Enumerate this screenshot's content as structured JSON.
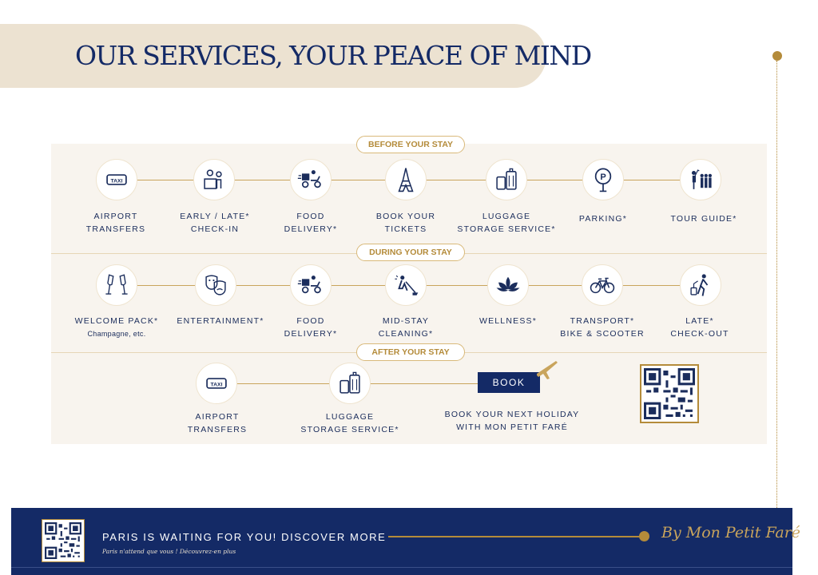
{
  "title": "OUR SERVICES, YOUR PEACE OF MIND",
  "sections": {
    "before": "BEFORE YOUR STAY",
    "during": "DURING YOUR STAY",
    "after": "AFTER YOUR STAY"
  },
  "before_items": [
    {
      "line1": "AIRPORT",
      "line2": "TRANSFERS",
      "icon": "taxi-icon"
    },
    {
      "line1": "EARLY / LATE*",
      "line2": "CHECK-IN",
      "icon": "reception-desk-icon"
    },
    {
      "line1": "FOOD",
      "line2": "DELIVERY*",
      "icon": "delivery-scooter-icon"
    },
    {
      "line1": "BOOK YOUR",
      "line2": "TICKETS",
      "icon": "eiffel-tower-icon"
    },
    {
      "line1": "LUGGAGE",
      "line2": "STORAGE SERVICE*",
      "icon": "luggage-icon"
    },
    {
      "line1": "PARKING*",
      "line2": "",
      "icon": "parking-sign-icon"
    },
    {
      "line1": "TOUR GUIDE*",
      "line2": "",
      "icon": "tour-group-icon"
    }
  ],
  "during_items": [
    {
      "line1": "WELCOME PACK*",
      "line2": "Champagne, etc.",
      "icon": "champagne-icon"
    },
    {
      "line1": "ENTERTAINMENT*",
      "line2": "",
      "icon": "theatre-masks-icon"
    },
    {
      "line1": "FOOD",
      "line2": "DELIVERY*",
      "icon": "delivery-scooter-icon"
    },
    {
      "line1": "MID-STAY",
      "line2": "CLEANING*",
      "icon": "cleaning-icon"
    },
    {
      "line1": "WELLNESS*",
      "line2": "",
      "icon": "lotus-icon"
    },
    {
      "line1": "TRANSPORT*",
      "line2": "BIKE & SCOOTER",
      "icon": "bicycle-icon"
    },
    {
      "line1": "LATE*",
      "line2": "CHECK-OUT",
      "icon": "traveler-suitcase-icon"
    }
  ],
  "after_items": [
    {
      "line1": "AIRPORT",
      "line2": "TRANSFERS",
      "icon": "taxi-icon"
    },
    {
      "line1": "LUGGAGE",
      "line2": "STORAGE SERVICE*",
      "icon": "luggage-icon"
    }
  ],
  "book": {
    "button": "BOOK",
    "line1": "BOOK YOUR NEXT HOLIDAY",
    "line2": "WITH MON PETIT FARÉ"
  },
  "footer": {
    "title": "PARIS IS WAITING FOR YOU! DISCOVER MORE",
    "subtitle": "Paris n'attend que vous ! Découvrez-en plus",
    "brand": "By Mon Petit Faré"
  },
  "colors": {
    "navy": "#142a66",
    "gold": "#b48b3a",
    "beige": "#ece2d1",
    "panel": "#f8f4ee"
  }
}
